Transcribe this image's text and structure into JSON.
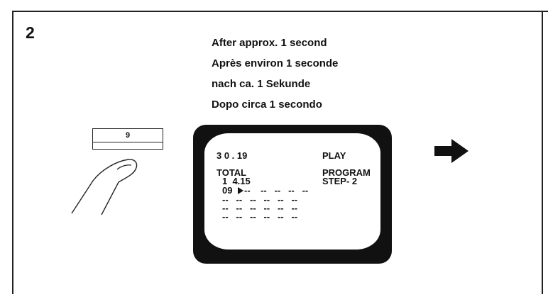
{
  "step": "2",
  "captions": [
    "After approx. 1 second",
    "Après environ 1 seconde",
    "nach ca. 1 Sekunde",
    "Dopo circa 1 secondo"
  ],
  "key": {
    "label": "9"
  },
  "display": {
    "time": "3 0 . 19",
    "mode": "PLAY",
    "total_label": "TOTAL",
    "total_value": "1  4.15",
    "program_label": "PROGRAM",
    "step_label": "STEP- 2",
    "row1_track": "09",
    "row1_rest": "--    --   --   --   --",
    "row2": "--   --   --   --   --   --",
    "row3": "--   --   --   --   --   --",
    "row4": "--   --   --   --   --   --"
  },
  "icons": {
    "finger": "finger-press-icon",
    "play": "play-cursor-icon",
    "next": "right-arrow-icon"
  }
}
